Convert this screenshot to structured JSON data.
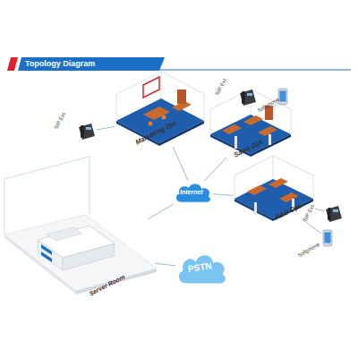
{
  "diagram": {
    "title": "Topology Diagram",
    "nodes": [
      {
        "text": [
          "SIP Ext."
        ]
      },
      {
        "text": [
          "Marketing Dpt."
        ]
      },
      {
        "text": [
          "SIP Ext."
        ]
      },
      {
        "text": [
          "Softphone"
        ]
      },
      {
        "text": [
          "Sales Dpt."
        ]
      },
      {
        "text": [
          "Internet"
        ]
      },
      {
        "text": [
          "R&D Dpt."
        ]
      },
      {
        "text": [
          "SIP Ext."
        ]
      },
      {
        "text": [
          "Softphone"
        ]
      },
      {
        "text": [
          "Server Room"
        ]
      },
      {
        "text": [
          "PSTN"
        ]
      }
    ],
    "edges": [
      {
        "from": 0,
        "to": 1,
        "arrow": "none"
      },
      {
        "from": 2,
        "to": 4,
        "arrow": "none"
      },
      {
        "from": 3,
        "to": 4,
        "arrow": "none"
      },
      {
        "from": 1,
        "to": 5,
        "arrow": "none"
      },
      {
        "from": 4,
        "to": 5,
        "arrow": "none"
      },
      {
        "from": 5,
        "to": 6,
        "arrow": "none"
      },
      {
        "from": 6,
        "to": 7,
        "arrow": "none"
      },
      {
        "from": 6,
        "to": 8,
        "arrow": "none"
      },
      {
        "from": 5,
        "to": 9,
        "arrow": "none"
      },
      {
        "from": 9,
        "to": 10,
        "arrow": "none"
      }
    ]
  }
}
